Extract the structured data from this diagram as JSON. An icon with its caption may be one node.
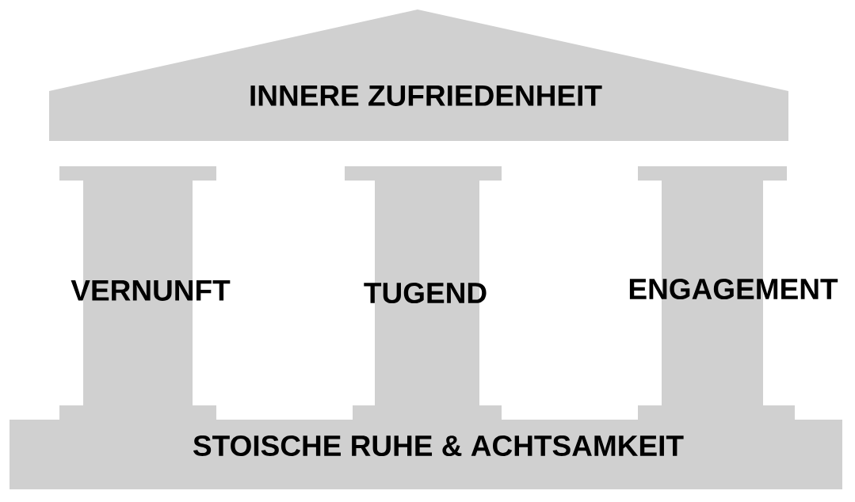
{
  "diagram": {
    "nodes": [
      {
        "text": [
          "INNERE ZUFRIEDENHEIT"
        ]
      },
      {
        "text": [
          "VERNUNFT"
        ]
      },
      {
        "text": [
          "TUGEND"
        ]
      },
      {
        "text": [
          "ENGAGEMENT"
        ]
      },
      {
        "text": [
          "STOISCHE RUHE & ACHTSAMKEIT"
        ]
      }
    ]
  }
}
